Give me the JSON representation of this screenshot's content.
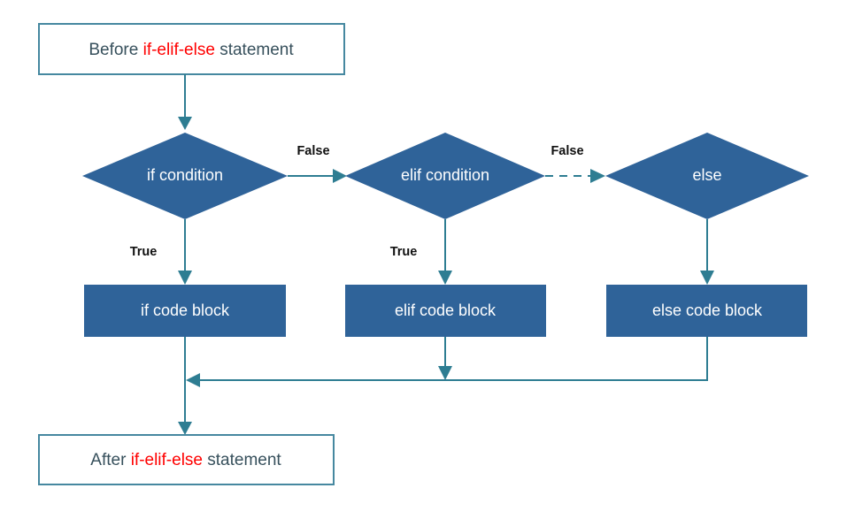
{
  "diagram": {
    "title_nodes": {
      "before": {
        "prefix": "Before ",
        "keyword": "if-elif-else",
        "suffix": " statement"
      },
      "after": {
        "prefix": "After ",
        "keyword": "if-elif-else",
        "suffix": " statement"
      }
    },
    "decisions": [
      {
        "id": "if-condition",
        "label": "if condition"
      },
      {
        "id": "elif-condition",
        "label": "elif condition"
      },
      {
        "id": "else",
        "label": "else"
      }
    ],
    "processes": [
      {
        "id": "if-code-block",
        "label": "if code block"
      },
      {
        "id": "elif-code-block",
        "label": "elif code block"
      },
      {
        "id": "else-code-block",
        "label": "else code block"
      }
    ],
    "edge_labels": {
      "false_1": "False",
      "false_2": "False",
      "true_1": "True",
      "true_2": "True"
    },
    "colors": {
      "shape_fill": "#2F6399",
      "box_border": "#4688A0",
      "edge": "#2E7D92",
      "text_dark": "#37505C",
      "keyword_red": "#FF0000",
      "shape_text": "#FFFFFF",
      "background": "#FFFFFF"
    }
  }
}
